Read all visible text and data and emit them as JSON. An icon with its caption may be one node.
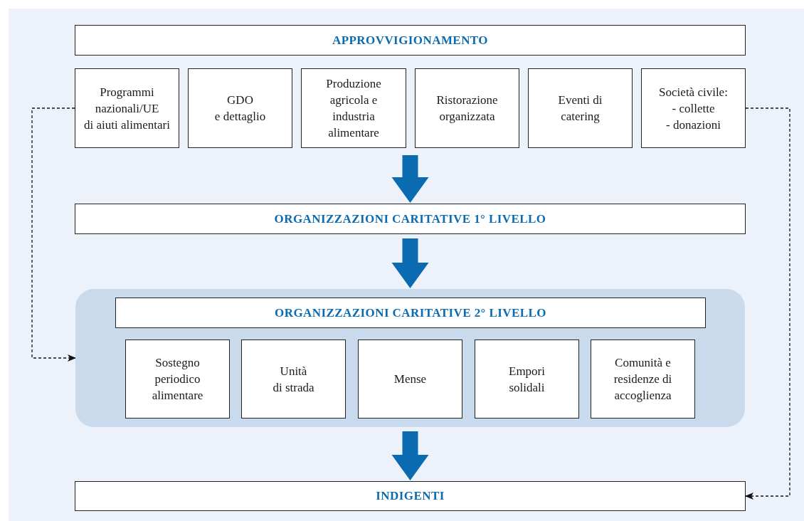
{
  "diagram": {
    "nodes": [
      {
        "text": [
          "APPROVVIGIONAMENTO"
        ]
      },
      {
        "text": [
          "Programmi nazionali/UE",
          "di aiuti alimentari"
        ]
      },
      {
        "text": [
          "GDO",
          "e dettaglio"
        ]
      },
      {
        "text": [
          "Produzione agricola e industria alimentare"
        ]
      },
      {
        "text": [
          "Ristorazione organizzata"
        ]
      },
      {
        "text": [
          "Eventi di catering"
        ]
      },
      {
        "text": [
          "Società civile:",
          "- collette",
          "- donazioni"
        ]
      },
      {
        "text": [
          "ORGANIZZAZIONI CARITATIVE 1° LIVELLO"
        ]
      },
      {
        "text": [],
        "shape": "box"
      },
      {
        "text": [
          "ORGANIZZAZIONI CARITATIVE 2° LIVELLO"
        ],
        "in": 8
      },
      {
        "text": [
          "Sostegno periodico alimentare"
        ],
        "in": 8
      },
      {
        "text": [
          "Unità",
          "di strada"
        ],
        "in": 8
      },
      {
        "text": [
          "Mense"
        ],
        "in": 8
      },
      {
        "text": [
          "Empori solidali"
        ],
        "in": 8
      },
      {
        "text": [
          "Comunità e residenze di accoglienza"
        ],
        "in": 8
      },
      {
        "text": [
          "INDIGENTI"
        ]
      }
    ],
    "edges": [
      {
        "from": null,
        "to": 7,
        "arrow": "to",
        "style": "thick",
        "color": "#0b6bb0"
      },
      {
        "from": 7,
        "to": 8,
        "arrow": "to",
        "style": "thick",
        "color": "#0b6bb0"
      },
      {
        "from": 8,
        "to": 15,
        "arrow": "to",
        "style": "thick",
        "color": "#0b6bb0"
      },
      {
        "from": 1,
        "to": 8,
        "arrow": "to",
        "style": "dashed"
      },
      {
        "from": 6,
        "to": 15,
        "arrow": "to",
        "style": "dashed"
      }
    ]
  }
}
